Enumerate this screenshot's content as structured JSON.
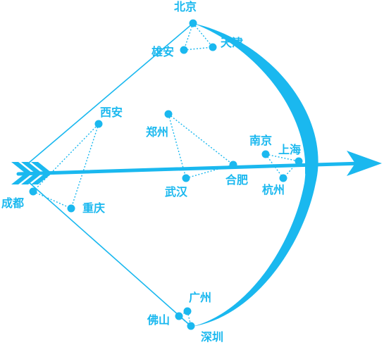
{
  "colors": {
    "primary": "#1ab8ef",
    "white": "#ffffff"
  },
  "cities": {
    "beijing": "北京",
    "xiongan": "雄安",
    "tianjin": "天津",
    "xian": "西安",
    "zhengzhou": "郑州",
    "nanjing": "南京",
    "shanghai": "上海",
    "chengdu": "成都",
    "chongqing": "重庆",
    "wuhan": "武汉",
    "hefei": "合肥",
    "hangzhou": "杭州",
    "guangzhou": "广州",
    "foshan": "佛山",
    "shenzhen": "深圳"
  }
}
